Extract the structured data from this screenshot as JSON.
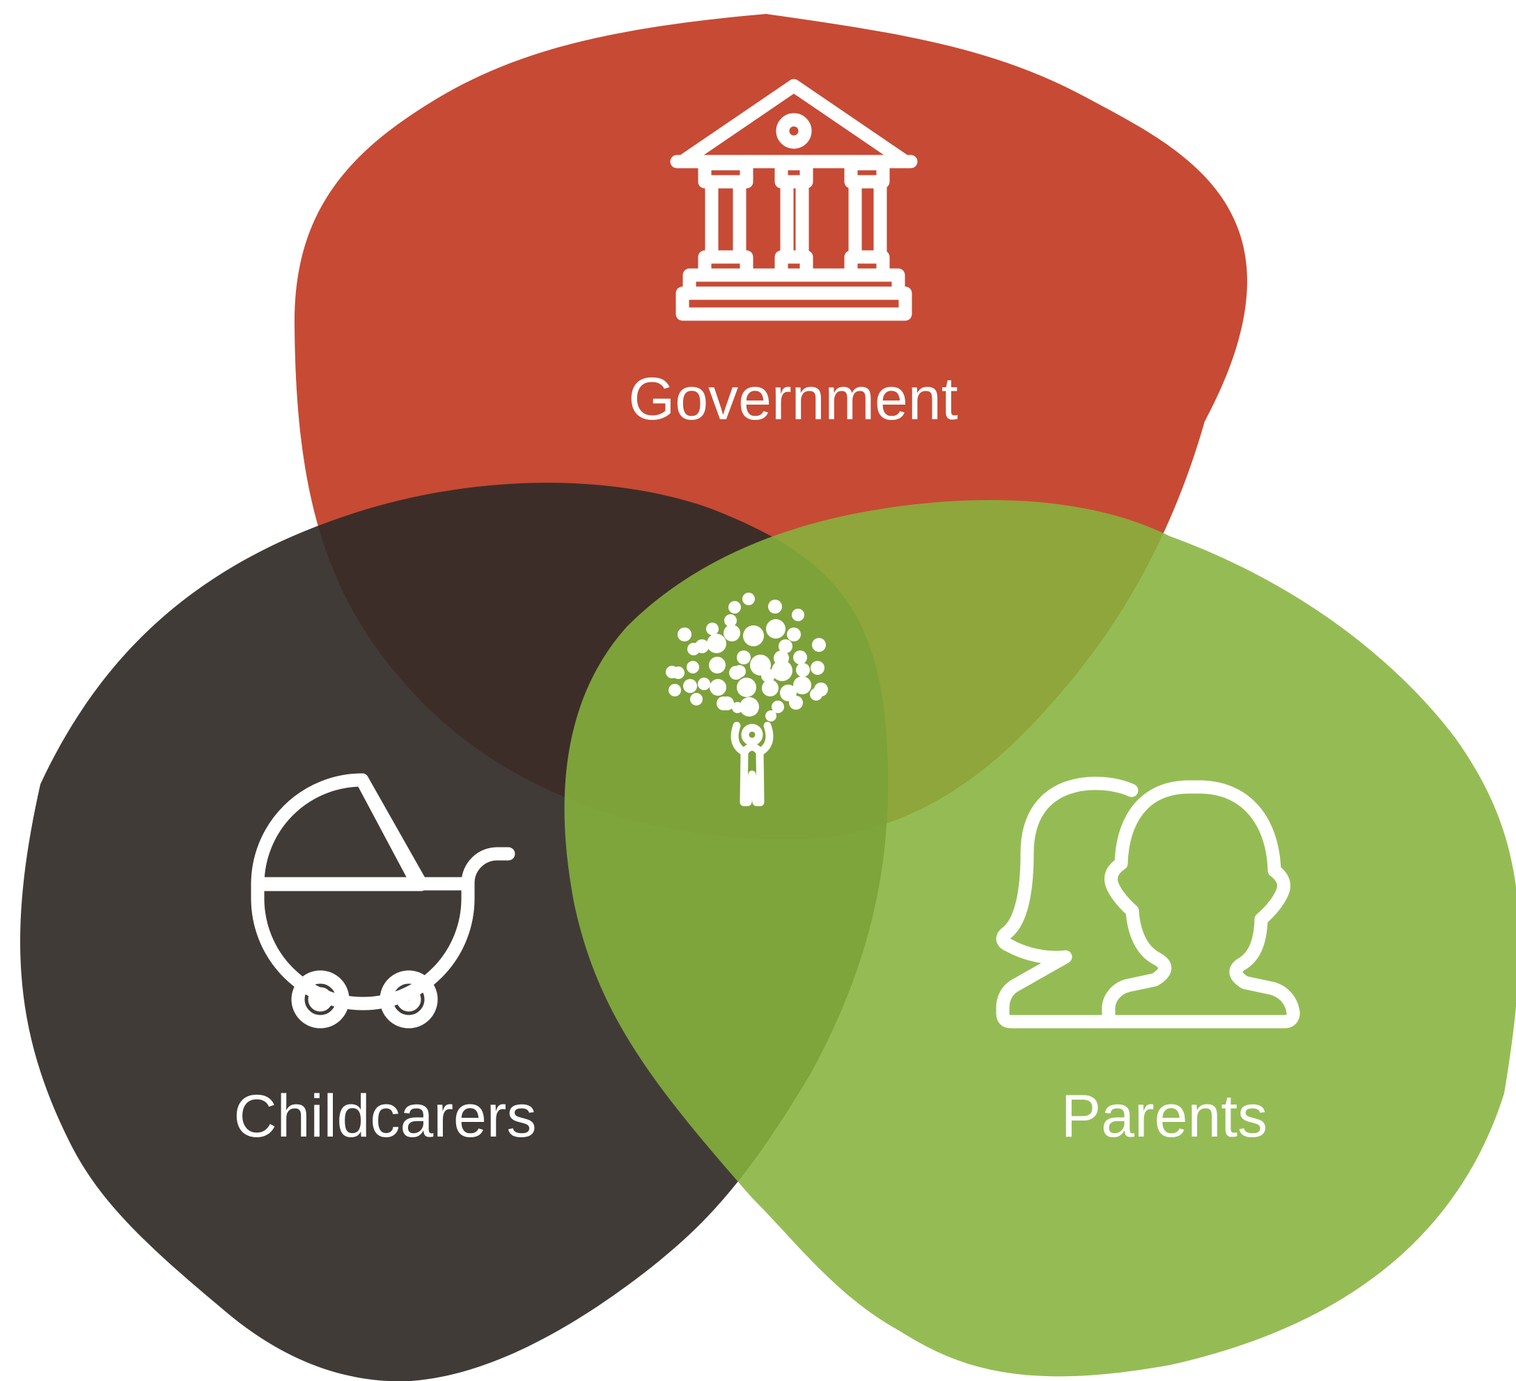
{
  "diagram": {
    "groups": [
      {
        "id": "government",
        "label": "Government",
        "icon": "building-icon",
        "color": "#c5442d"
      },
      {
        "id": "childcarers",
        "label": "Childcarers",
        "icon": "pram-icon",
        "color": "#3e3a38"
      },
      {
        "id": "parents",
        "label": "Parents",
        "icon": "parents-icon",
        "color": "#8fba4c"
      }
    ],
    "center": {
      "icon": "child-tree-icon"
    },
    "background_color": "#ffffff"
  }
}
